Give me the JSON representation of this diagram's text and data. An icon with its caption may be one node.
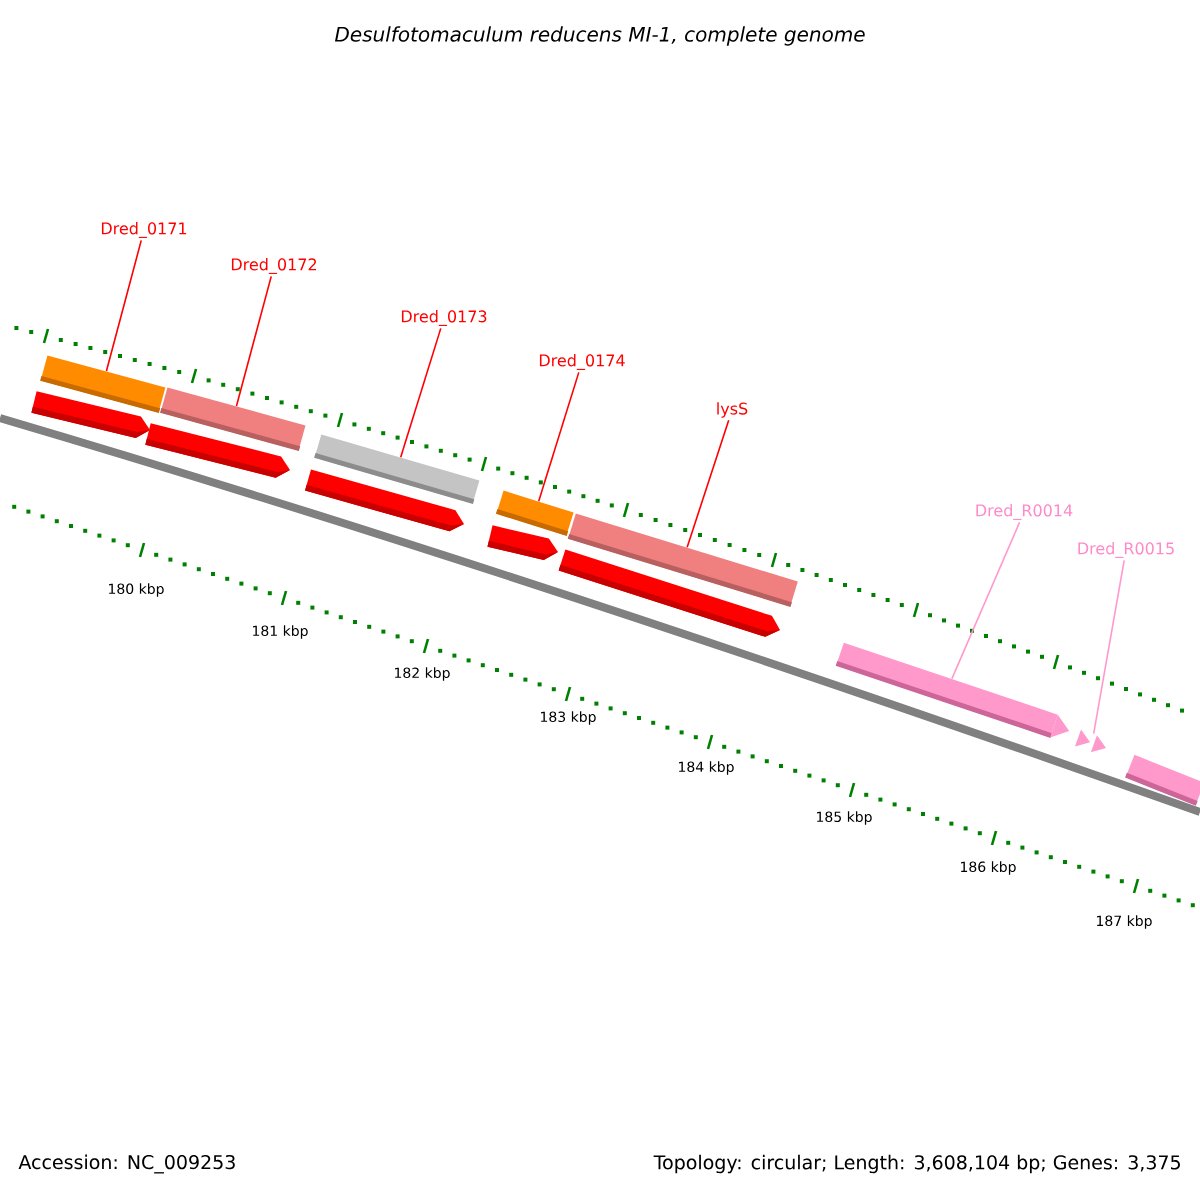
{
  "diagram": {
    "title": "Desulfotomaculum reducens MI-1, complete genome",
    "nodes": [
      {
        "text": [
          "Dred_0171"
        ]
      },
      {
        "text": [
          "Dred_0172"
        ]
      },
      {
        "text": [
          "Dred_0173"
        ]
      },
      {
        "text": [
          "Dred_0174"
        ]
      },
      {
        "text": [
          "lysS"
        ]
      },
      {
        "text": [
          "Dred_R0014"
        ]
      },
      {
        "text": [
          "Dred_R0015"
        ]
      },
      {
        "text": [],
        "shape": "bar"
      },
      {
        "text": [],
        "shape": "bar"
      },
      {
        "text": [],
        "shape": "bar"
      },
      {
        "text": [],
        "shape": "bar"
      },
      {
        "text": [],
        "shape": "bar"
      },
      {
        "text": [],
        "shape": "bar"
      },
      {
        "text": [],
        "shape": "triangle"
      },
      {
        "text": [],
        "shape": "bar"
      },
      {
        "text": [],
        "shape": "bar"
      },
      {
        "text": [],
        "shape": "bar"
      },
      {
        "text": [],
        "shape": "bar"
      },
      {
        "text": [],
        "shape": "bar"
      },
      {
        "text": [],
        "shape": "bar"
      }
    ],
    "edges": [
      {
        "from": 0,
        "to": 7,
        "arrow": "none"
      },
      {
        "from": 1,
        "to": 8,
        "arrow": "none"
      },
      {
        "from": 2,
        "to": 9,
        "arrow": "none"
      },
      {
        "from": 3,
        "to": 10,
        "arrow": "none"
      },
      {
        "from": 4,
        "to": 11,
        "arrow": "none"
      },
      {
        "from": 5,
        "to": 12,
        "arrow": "none",
        "color": "#ff99cc"
      },
      {
        "from": 6,
        "to": 13,
        "arrow": "none",
        "color": "#ff99cc"
      }
    ],
    "labels": [
      "180 kbp",
      "181 kbp",
      "182 kbp",
      "183 kbp",
      "184 kbp",
      "185 kbp",
      "186 kbp",
      "187 kbp",
      "Accession: NC_009253",
      "Topology: circular; Length: 3,608,104 bp; Genes: 3,375"
    ]
  }
}
